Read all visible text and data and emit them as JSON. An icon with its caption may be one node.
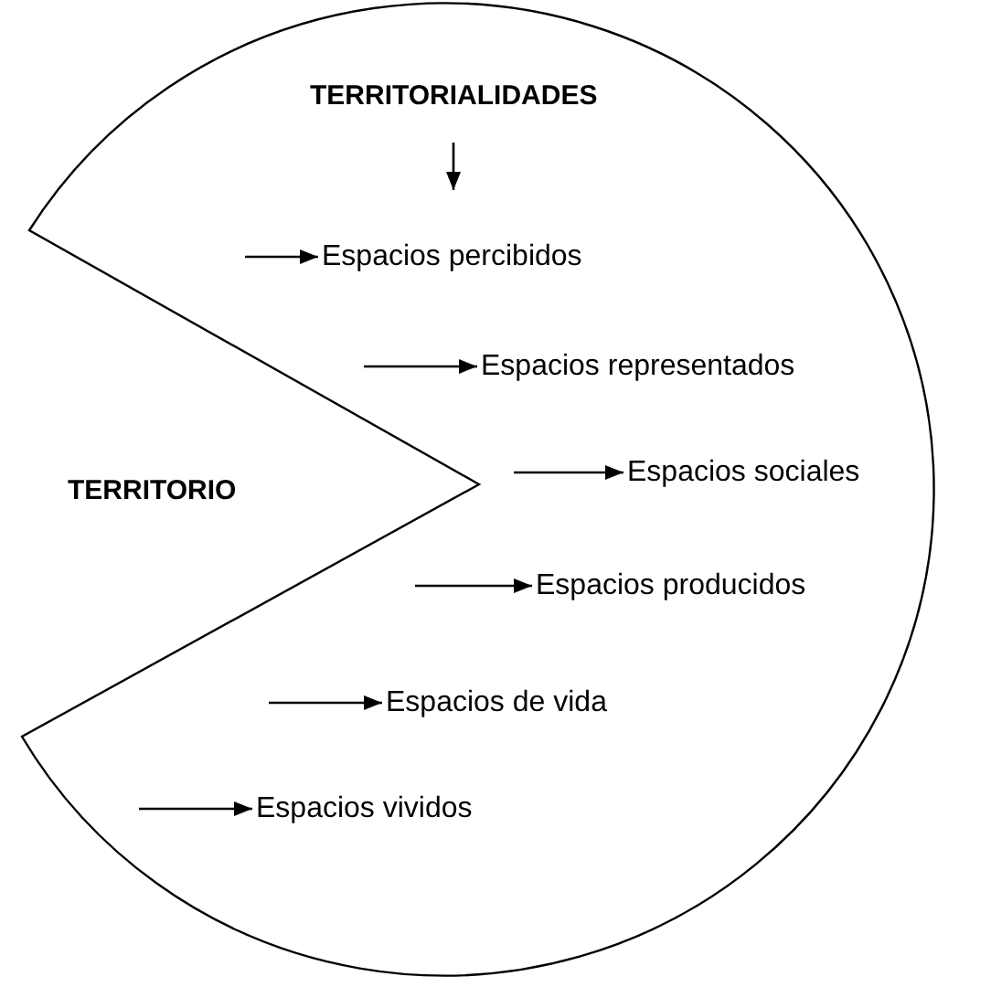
{
  "diagram": {
    "nodes": [
      {
        "text": [
          "TERRITORIALIDADES"
        ]
      },
      {
        "text": [
          "Espacios percibidos"
        ],
        "in": 0
      },
      {
        "text": [
          "Espacios representados"
        ],
        "in": 0
      },
      {
        "text": [
          "Espacios sociales"
        ],
        "in": 0
      },
      {
        "text": [
          "Espacios producidos"
        ],
        "in": 0
      },
      {
        "text": [
          "Espacios de vida"
        ],
        "in": 0
      },
      {
        "text": [
          "Espacios vividos"
        ],
        "in": 0
      }
    ],
    "edges": [
      {
        "from": null,
        "to": 1,
        "arrow": "to"
      },
      {
        "from": null,
        "to": 2,
        "arrow": "to"
      },
      {
        "from": null,
        "to": 3,
        "arrow": "to"
      },
      {
        "from": null,
        "to": 4,
        "arrow": "to"
      },
      {
        "from": null,
        "to": 5,
        "arrow": "to"
      },
      {
        "from": null,
        "to": 6,
        "arrow": "to"
      }
    ],
    "labels": [
      "TERRITORIO"
    ]
  }
}
